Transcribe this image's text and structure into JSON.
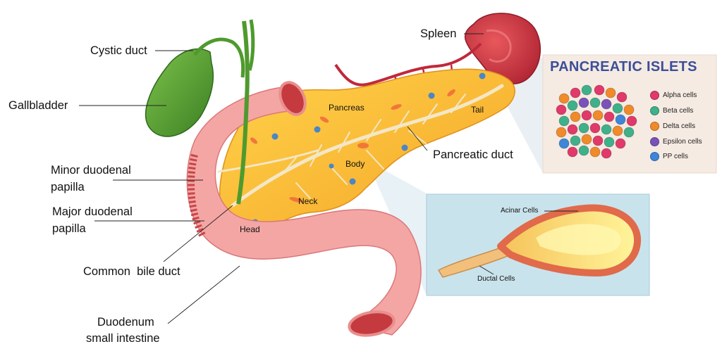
{
  "labels": {
    "spleen": "Spleen",
    "cystic_duct": "Cystic duct",
    "gallbladder": "Gallbladder",
    "pancreas": "Pancreas",
    "tail": "Tail",
    "pancreatic_duct": "Pancreatic duct",
    "body": "Body",
    "minor_papilla_line1": "Minor duodenal",
    "minor_papilla_line2": "papilla",
    "major_papilla_line1": "Major duodenal",
    "major_papilla_line2": "papilla",
    "neck": "Neck",
    "head": "Head",
    "common_bile_duct": "Common  bile duct",
    "duodenum_line1": "Duodenum",
    "duodenum_line2": "small intestine",
    "acinar_cells": "Acinar Cells",
    "ductal_cells": "Ductal Cells"
  },
  "islets": {
    "title": "PANCREATIC ISLETS",
    "legend": [
      {
        "label": "Alpha cells",
        "color": "#e0396a"
      },
      {
        "label": "Beta cells",
        "color": "#3fb08a"
      },
      {
        "label": "Delta cells",
        "color": "#f08a2a"
      },
      {
        "label": "Epsilon cells",
        "color": "#7a52b8"
      },
      {
        "label": "PP cells",
        "color": "#3d86d8"
      }
    ]
  },
  "colors": {
    "pancreas": "#f7b52c",
    "duodenum": "#f4a0a0",
    "gallbladder": "#4e9a2e",
    "spleen": "#c9343e",
    "islet_panel": "#f6ebe2",
    "acinar_panel": "#c9e3ec"
  }
}
